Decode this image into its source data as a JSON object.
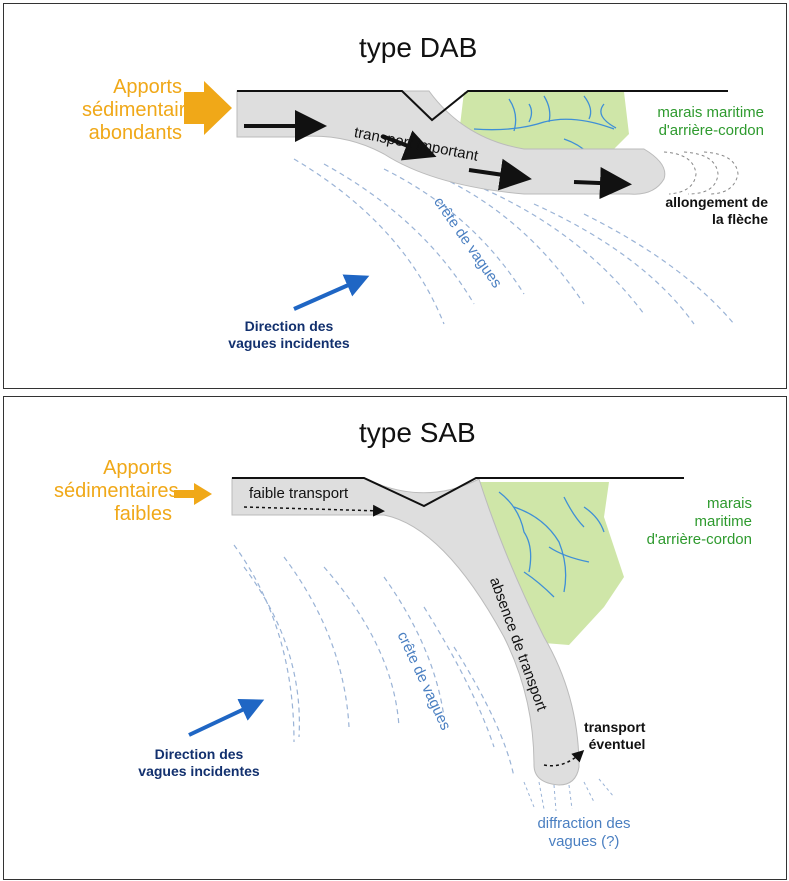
{
  "top": {
    "title": "type DAB",
    "supply_label": "Apports sédimentaires abondants",
    "supply_lines": [
      "Apports",
      "sédimentaires",
      "abondants"
    ],
    "transport_label": "transport important",
    "marsh_lines": [
      "marais maritime",
      "d'arrière-cordon"
    ],
    "growth_lines": [
      "allongement de",
      "la flèche"
    ],
    "crest_label": "crête de vagues",
    "wave_dir_lines": [
      "Direction des",
      "vagues incidentes"
    ]
  },
  "bottom": {
    "title": "type SAB",
    "supply_lines": [
      "Apports",
      "sédimentaires",
      "faibles"
    ],
    "weak_transport_label": "faible transport",
    "absence_label": "absence de transport",
    "marsh_lines": [
      "marais",
      "maritime",
      "d'arrière-cordon"
    ],
    "crest_label": "crête de vagues",
    "wave_dir_lines": [
      "Direction des",
      "vagues incidentes"
    ],
    "possible_transport_lines": [
      "transport",
      "éventuel"
    ],
    "diffraction_lines": [
      "diffraction des",
      "vagues (?)"
    ]
  },
  "colors": {
    "supply_arrow": "#f0a818",
    "marsh_fill": "#cfe6a8",
    "channel_lines": "#3f8fd6",
    "spit_fill": "#dedede",
    "wave_arrow": "#1f66c4",
    "crest_lines": "#9ab3d6",
    "marsh_text": "#2e9a2e",
    "wave_dir_text": "#12306e"
  }
}
